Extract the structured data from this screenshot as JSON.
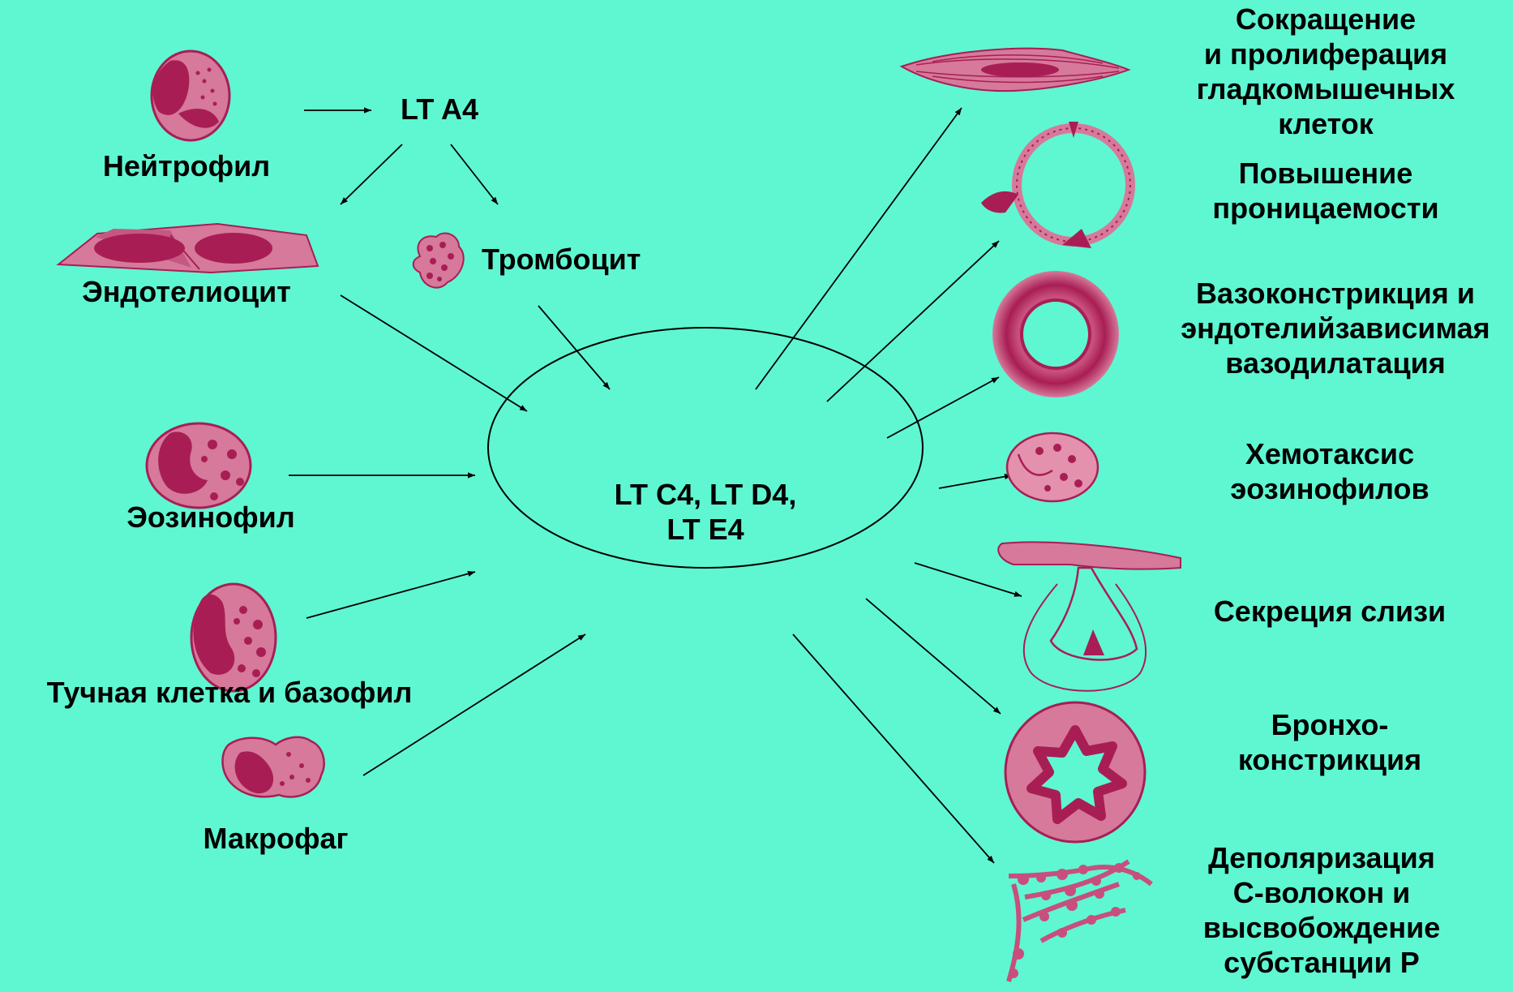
{
  "center": {
    "lines": [
      "LT C4, LT D4,",
      "LT E4"
    ]
  },
  "intermediate": "LT A4",
  "sources": {
    "neutrophil": "Нейтрофил",
    "endotheliocyte": "Эндотелиоцит",
    "platelet": "Тромбоцит",
    "eosinophil": "Эозинофил",
    "mast_cell": "Тучная клетка и базофил",
    "macrophage": "Макрофаг"
  },
  "effects": {
    "smooth_muscle": [
      "Сокращение",
      "и пролиферация",
      "гладкомышечных",
      "клеток"
    ],
    "permeability": [
      "Повышение",
      "проницаемости"
    ],
    "vasoconstriction": [
      "Вазоконстрикция и",
      "эндотелийзависимая",
      "вазодилатация"
    ],
    "chemotaxis": [
      "Хемотаксис",
      "эозинофилов"
    ],
    "mucus": [
      "Секреция слизи"
    ],
    "broncho": [
      "Бронхо-",
      "констрикция"
    ],
    "depolarization": [
      "Деполяризация",
      "С-волокон и",
      "высвобождение",
      "субстанции Р"
    ]
  },
  "colors": {
    "background": "#5ef7d2",
    "cell": "#d6799a",
    "nucleus": "#a81e54",
    "text": "#000000"
  },
  "icons": [
    "neutrophil-icon",
    "endothelial-cell-icon",
    "platelet-icon",
    "eosinophil-icon",
    "mast-cell-icon",
    "macrophage-icon",
    "smooth-muscle-cell-icon",
    "vessel-permeability-icon",
    "vessel-ring-icon",
    "eosinophil-chemotaxis-icon",
    "goblet-cell-icon",
    "bronchus-icon",
    "nerve-fiber-icon"
  ]
}
